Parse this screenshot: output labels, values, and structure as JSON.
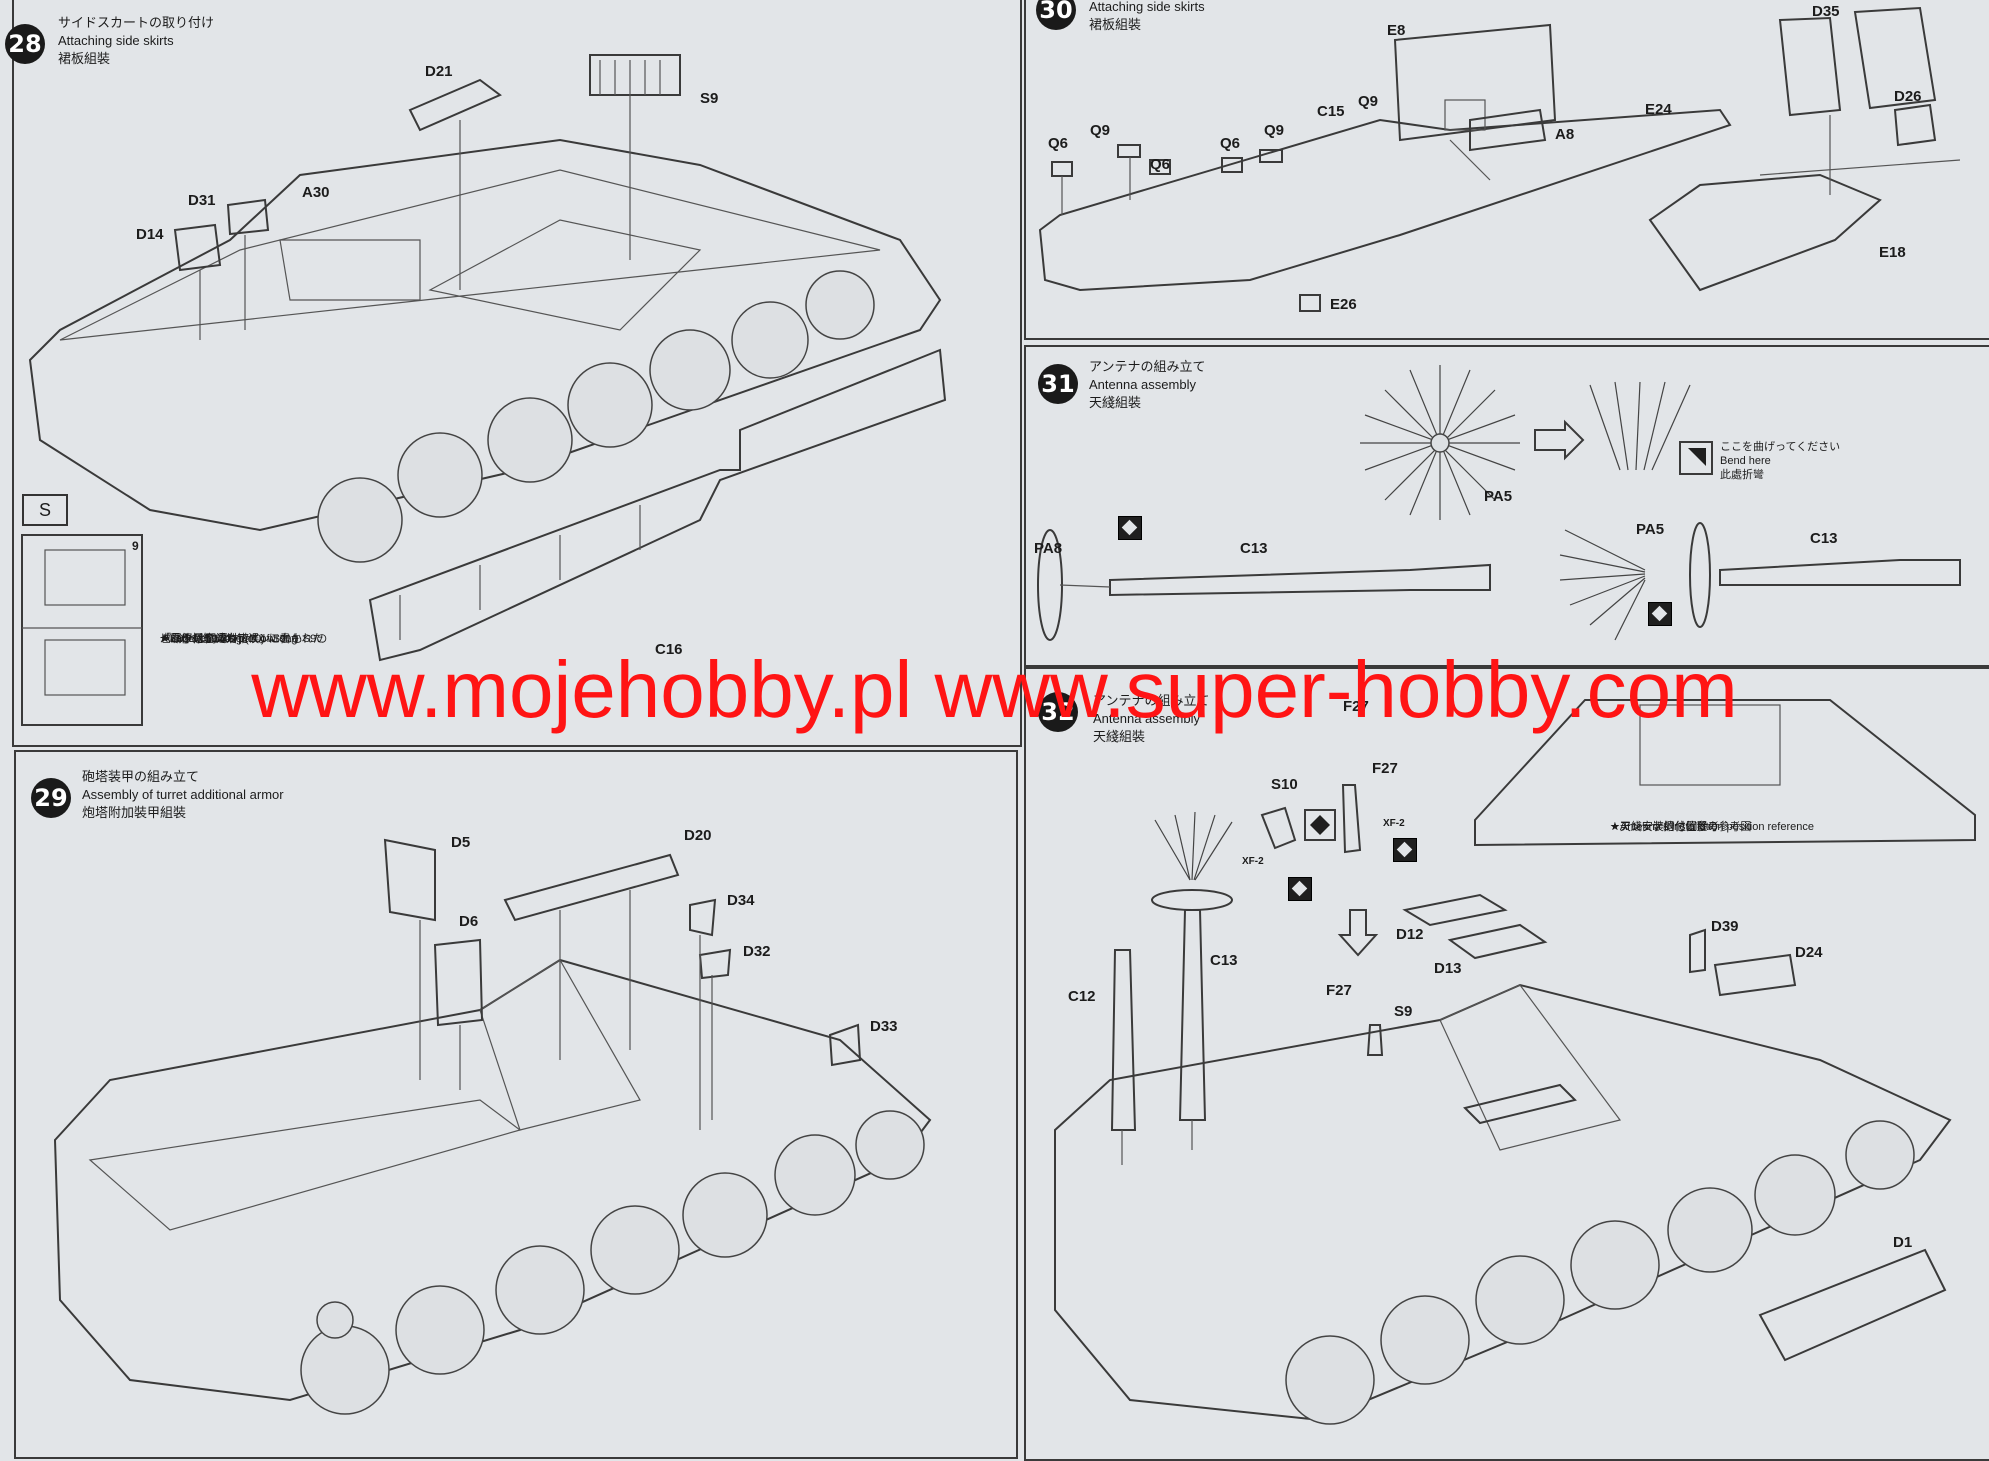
{
  "steps": [
    {
      "number": "28",
      "title_ja": "サイドスカートの取り付け",
      "title_en": "Attaching side skirts",
      "title_zh": "裙板組裝"
    },
    {
      "number": "29",
      "title_ja": "砲塔装甲の組み立て",
      "title_en": "Assembly of turret additional armor",
      "title_zh": "炮塔附加裝甲組裝"
    },
    {
      "number": "30",
      "title_ja": "",
      "title_en": "Attaching side skirts",
      "title_zh": "裙板組裝"
    },
    {
      "number": "31",
      "title_ja": "アンテナの組み立て",
      "title_en": "Antenna assembly",
      "title_zh": "天綫組裝"
    },
    {
      "number": "32",
      "title_ja": "アンテナの組み立て",
      "title_en": "Antenna assembly",
      "title_zh": "天綫組裝"
    }
  ],
  "parts": {
    "p28": [
      "D21",
      "S9",
      "A30",
      "D31",
      "D14",
      "C16"
    ],
    "p29": [
      "D5",
      "D20",
      "D6",
      "D34",
      "D32",
      "D33"
    ],
    "p30": [
      "D35",
      "E8",
      "D26",
      "C15",
      "Q9",
      "E24",
      "A8",
      "Q6",
      "Q9",
      "Q6",
      "Q6",
      "Q9",
      "E18",
      "E26"
    ],
    "p31": [
      "PA5",
      "PA8",
      "C13",
      "PA5",
      "C13"
    ],
    "p32": [
      "S10",
      "F27",
      "F27",
      "C13",
      "C12",
      "D12",
      "D13",
      "F27",
      "S9",
      "D39",
      "D24",
      "D1"
    ]
  },
  "notes": {
    "s_label": "S",
    "s_num": "9",
    "s9_note": [
      "★このパーツのラベルに書かれた",
      "「10」は間違いです。これもS9の",
      "パーツです。",
      "★Label of wrong (10) wrong",
      "★Label of 10 is part of S9",
      "★零件标签10为错误，",
      "也属于是S9零件"
    ],
    "bend_ja": "ここを曲げってください",
    "bend_en": "Bend here",
    "bend_zh": "此處折彎",
    "antenna_ref": [
      "★アンテナ据付位置の参考図",
      "★Antenna's installation position reference",
      "★天綫安裝的位置參考"
    ],
    "xf_a": "XF-2",
    "xf_b": "XF-2"
  },
  "watermark": "www.mojehobby.pl www.super-hobby.com",
  "colors": {
    "watermark": "#ff1414",
    "paper": "#e2e5e8",
    "ink": "#1c1c1c"
  }
}
